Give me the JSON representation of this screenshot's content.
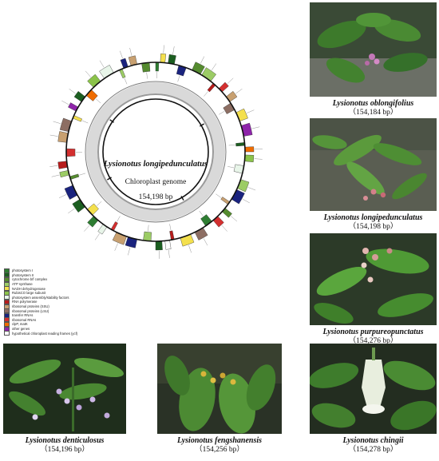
{
  "genome_map": {
    "species": "Lysionotus longipedunculatus",
    "subtitle": "Chloroplast genome",
    "size": "154,198 bp"
  },
  "legend": [
    {
      "label": "photosystem I",
      "color": "#2e7d32"
    },
    {
      "label": "photosystem II",
      "color": "#1b5e20"
    },
    {
      "label": "cytochrome b/f complex",
      "color": "#558b2f"
    },
    {
      "label": "ATP synthase",
      "color": "#9ccc65"
    },
    {
      "label": "NADH dehydrogenase",
      "color": "#f4e04d"
    },
    {
      "label": "RubisCO large subunit",
      "color": "#8bc34a"
    },
    {
      "label": "photosystem assembly/stability factors",
      "color": "#e8f5e9"
    },
    {
      "label": "RNA polymerase",
      "color": "#b71c1c"
    },
    {
      "label": "ribosomal proteins (SSU)",
      "color": "#c8a070"
    },
    {
      "label": "ribosomal proteins (LSU)",
      "color": "#8d6e63"
    },
    {
      "label": "transfer RNAs",
      "color": "#1a237e"
    },
    {
      "label": "ribosomal RNAs",
      "color": "#d32f2f"
    },
    {
      "label": "clpP, matK",
      "color": "#ef6c00"
    },
    {
      "label": "other genes",
      "color": "#8e24aa"
    },
    {
      "label": "hypothetical chloroplast reading frames (ycf)",
      "color": "#ffffff"
    }
  ],
  "photos": [
    {
      "species": "Lysionotus oblongifolius",
      "size": "（154,184 bp）"
    },
    {
      "species": "Lysionotus longipedunculatus",
      "size": "（154,198 bp）"
    },
    {
      "species": "Lysionotus  purpureopunctatus",
      "size": "（154,276 bp）"
    },
    {
      "species": "Lysionotus denticulosus",
      "size": "（154,196 bp）"
    },
    {
      "species": "Lysionotus fengshanensis",
      "size": "（154,256 bp）"
    },
    {
      "species": "Lysionotus chingii",
      "size": "（154,278 bp）"
    }
  ]
}
